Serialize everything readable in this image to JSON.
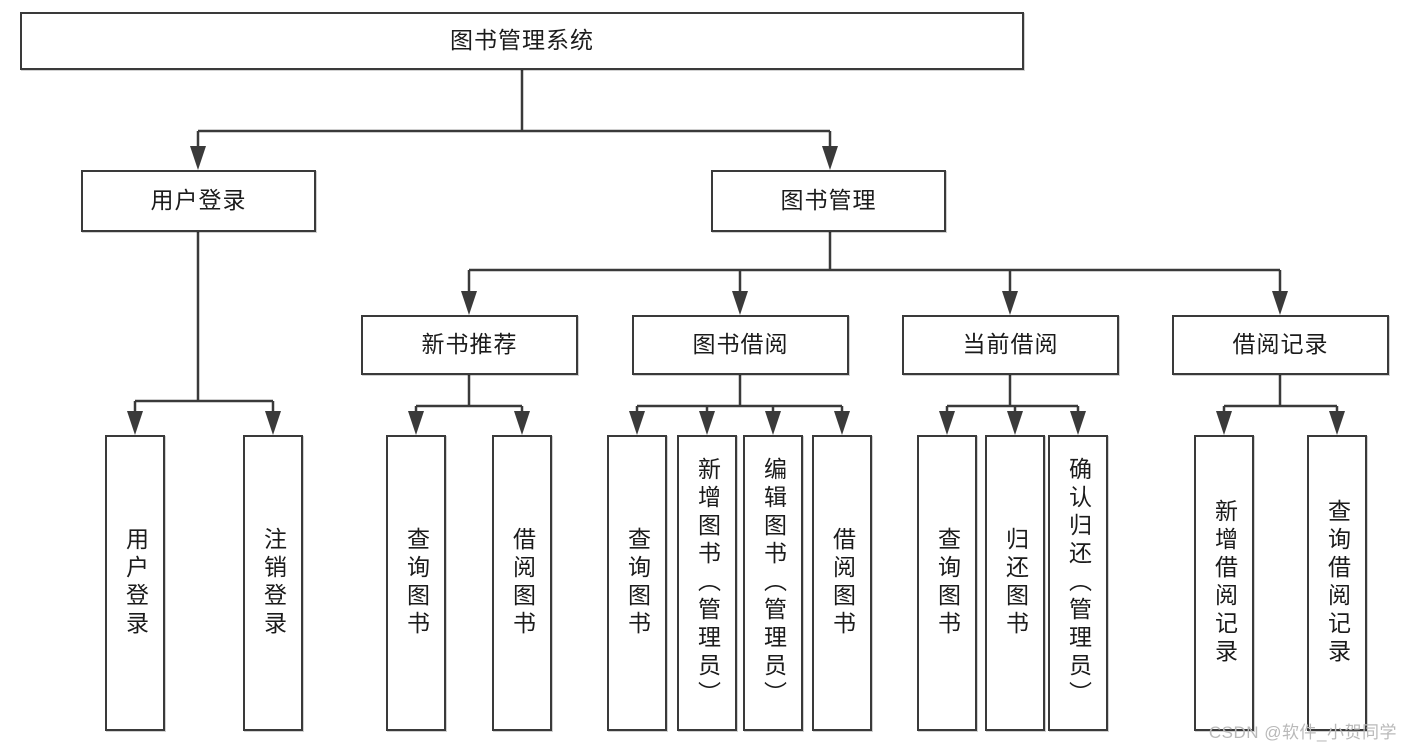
{
  "diagram": {
    "title": "图书管理系统",
    "type": "tree",
    "root": {
      "label": "图书管理系统"
    },
    "level2": [
      {
        "label": "用户登录"
      },
      {
        "label": "图书管理"
      }
    ],
    "level3": [
      {
        "label": "新书推荐"
      },
      {
        "label": "图书借阅"
      },
      {
        "label": "当前借阅"
      },
      {
        "label": "借阅记录"
      }
    ],
    "leaves": {
      "user_login": [
        {
          "label": "用户登录"
        },
        {
          "label": "注销登录"
        }
      ],
      "new_book_recommend": [
        {
          "label": "查询图书"
        },
        {
          "label": "借阅图书"
        }
      ],
      "book_borrow": [
        {
          "label": "查询图书"
        },
        {
          "label": "新增图书（管理员）"
        },
        {
          "label": "编辑图书（管理员）"
        },
        {
          "label": "借阅图书"
        }
      ],
      "current_borrow": [
        {
          "label": "查询图书"
        },
        {
          "label": "归还图书"
        },
        {
          "label": "确认归还（管理员）"
        }
      ],
      "borrow_records": [
        {
          "label": "新增借阅记录"
        },
        {
          "label": "查询借阅记录"
        }
      ]
    }
  },
  "watermark": {
    "text": "CSDN @软件_小贺同学"
  },
  "colors": {
    "stroke": "#3a3a3a",
    "text": "#1b1b1b",
    "background": "#ffffff",
    "watermark": "#b9b9b9"
  }
}
